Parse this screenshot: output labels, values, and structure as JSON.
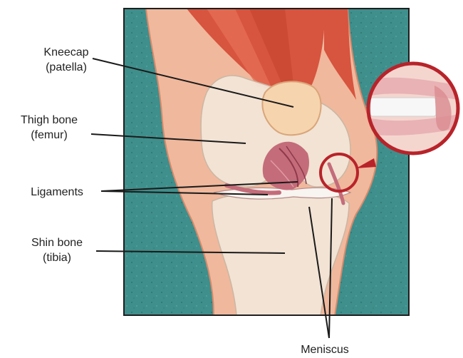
{
  "labels": {
    "kneecap": {
      "name": "Kneecap",
      "sub": "(patella)"
    },
    "thigh": {
      "name": "Thigh bone",
      "sub": "(femur)"
    },
    "ligaments": {
      "name": "Ligaments"
    },
    "shin": {
      "name": "Shin bone",
      "sub": "(tibia)"
    },
    "meniscus": {
      "name": "Meniscus"
    }
  },
  "colors": {
    "background_teal": "#3f8f8c",
    "skin": "#f0b89c",
    "muscle": "#d7543f",
    "bone": "#f3e6d8",
    "kneecap": "#f6d4ae",
    "ligament": "#c46c7a",
    "leader_line": "#1a1a1a",
    "magnifier_ring": "#b8232a",
    "frame": "#1f1f1f"
  }
}
